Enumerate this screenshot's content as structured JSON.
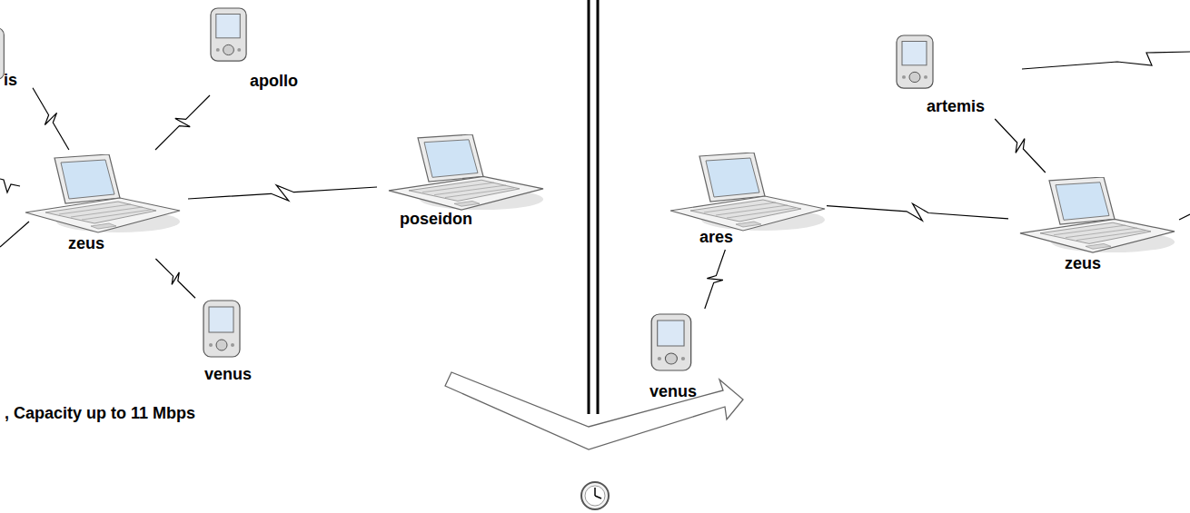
{
  "diagram": {
    "nodes": [
      {
        "text": [
          "is"
        ]
      },
      {
        "text": [
          "apollo"
        ]
      },
      {
        "text": [
          "zeus"
        ]
      },
      {
        "text": [
          "poseidon"
        ]
      },
      {
        "text": [
          "venus"
        ]
      },
      {
        "text": [
          "artemis"
        ]
      },
      {
        "text": [
          "ares"
        ]
      },
      {
        "text": [
          "zeus"
        ]
      },
      {
        "text": [
          "venus"
        ]
      }
    ],
    "edges": [
      {
        "from": 2,
        "to": 0,
        "arrow": "none"
      },
      {
        "from": 2,
        "to": 1,
        "arrow": "none"
      },
      {
        "from": 2,
        "to": 3,
        "arrow": "none"
      },
      {
        "from": 2,
        "to": 4,
        "arrow": "none"
      },
      {
        "from": 5,
        "to": 7,
        "arrow": "none"
      },
      {
        "from": 6,
        "to": 7,
        "arrow": "none"
      },
      {
        "from": 6,
        "to": 8,
        "arrow": "none"
      }
    ],
    "labels": [
      ", Capacity up to 11 Mbps"
    ]
  }
}
